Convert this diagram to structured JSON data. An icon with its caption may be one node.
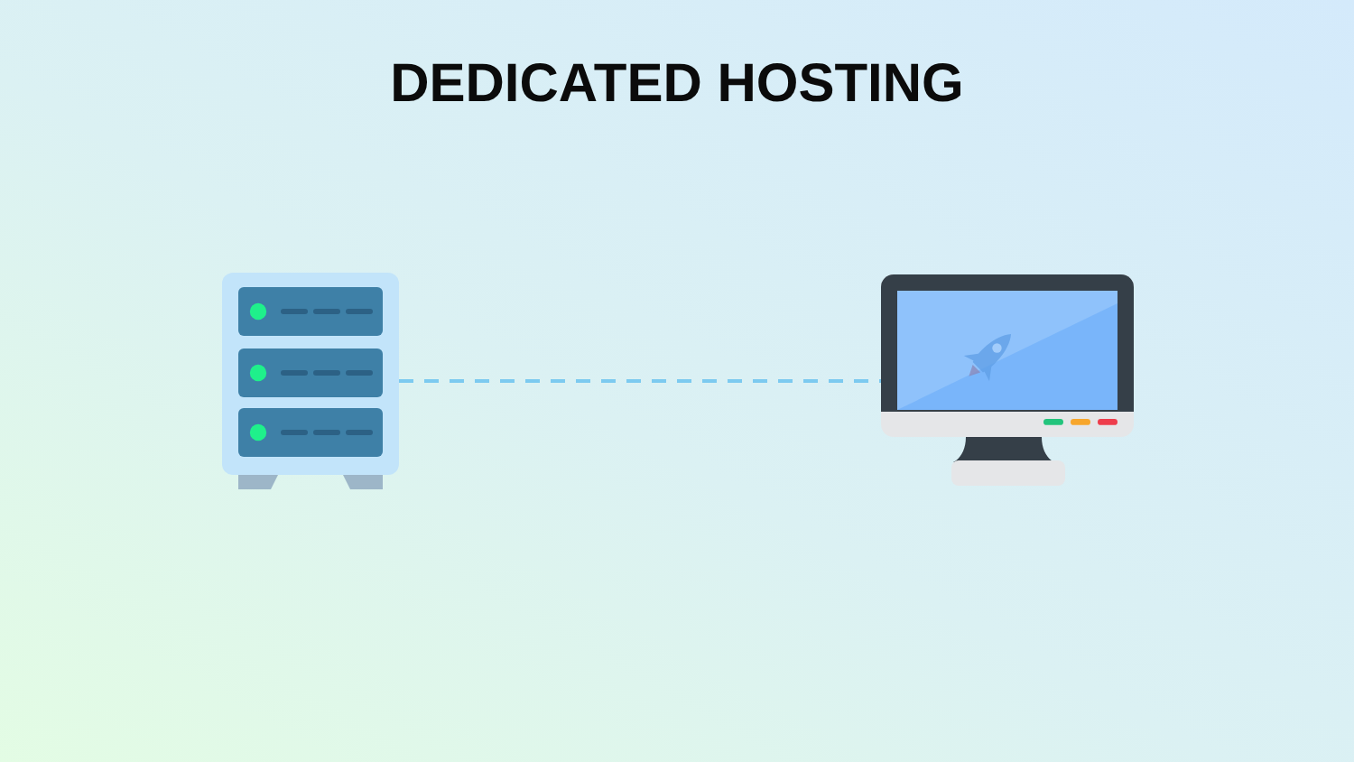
{
  "diagram": {
    "title": "DEDICATED HOSTING",
    "nodes": [
      {
        "text": [],
        "shape": "picture"
      },
      {
        "text": [],
        "shape": "picture"
      }
    ],
    "edges": [
      {
        "from": 0,
        "to": 1,
        "arrow": "none",
        "style": "dashed"
      }
    ]
  }
}
